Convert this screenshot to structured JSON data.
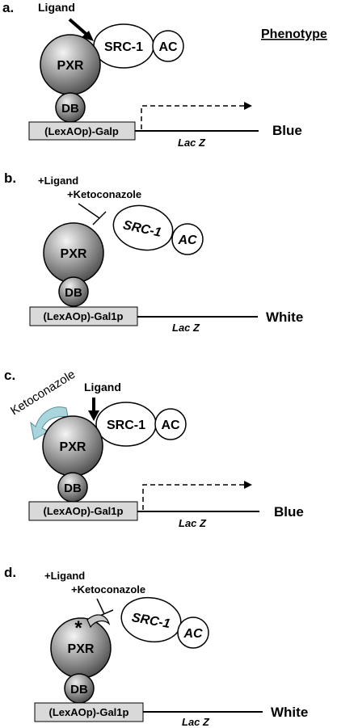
{
  "header": {
    "phenotype_label": "Phenotype"
  },
  "panels": [
    {
      "letter": "a.",
      "ligand_label": "Ligand",
      "receptor": "PXR",
      "dna_binding": "DB",
      "coactivator": "SRC-1",
      "activation_domain": "AC",
      "promoter": "(LexAOp)-Galp",
      "reporter": "Lac Z",
      "phenotype": "Blue"
    },
    {
      "letter": "b.",
      "ligand_label": "+Ligand",
      "inhibitor_label": "+Ketoconazole",
      "receptor": "PXR",
      "dna_binding": "DB",
      "coactivator": "SRC-1",
      "activation_domain": "AC",
      "promoter": "(LexAOp)-Gal1p",
      "reporter": "Lac Z",
      "phenotype": "White"
    },
    {
      "letter": "c.",
      "inhibitor_label": "Ketoconazole",
      "ligand_label": "Ligand",
      "site_marker": "*",
      "receptor": "PXR",
      "dna_binding": "DB",
      "coactivator": "SRC-1",
      "activation_domain": "AC",
      "promoter": "(LexAOp)-Gal1p",
      "reporter": "Lac Z",
      "phenotype": "Blue"
    },
    {
      "letter": "d.",
      "ligand_label": "+Ligand",
      "inhibitor_label": "+Ketoconazole",
      "site_marker": "*",
      "receptor": "PXR",
      "dna_binding": "DB",
      "coactivator": "SRC-1",
      "activation_domain": "AC",
      "promoter": "(LexAOp)-Gal1p",
      "reporter": "Lac Z",
      "phenotype": "White"
    }
  ],
  "colors": {
    "promoter_box": "#d9d9d9",
    "ketoconazole_arrow": "#a9d6dc",
    "ketoconazole_moon": "#c8c8c8"
  }
}
